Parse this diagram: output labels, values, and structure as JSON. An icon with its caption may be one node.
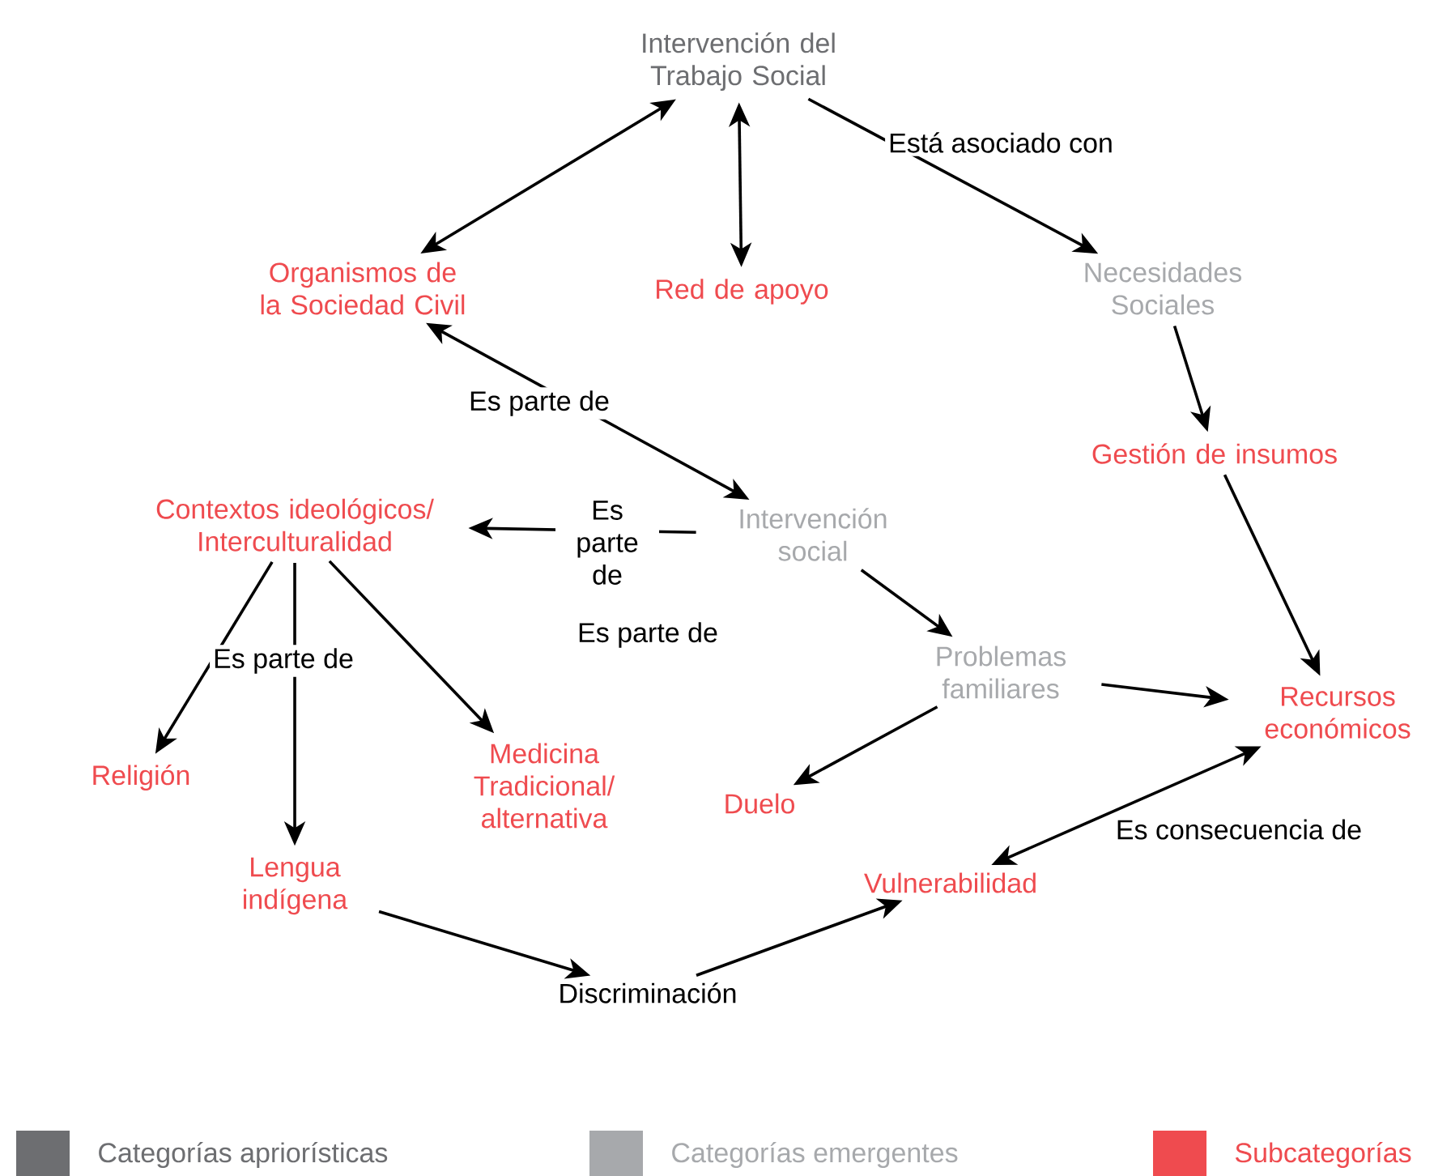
{
  "diagram": {
    "nodes": [
      {
        "text": [
          "Intervención del Trabajo Social"
        ]
      },
      {
        "text": [
          "Organismos de la Sociedad Civil"
        ]
      },
      {
        "text": [
          "Red de apoyo"
        ]
      },
      {
        "text": [
          "Necesidades Sociales"
        ]
      },
      {
        "text": [
          "Gestión de insumos"
        ]
      },
      {
        "text": [
          "Contextos ideológicos/ Interculturalidad"
        ]
      },
      {
        "text": [
          "Intervención social"
        ]
      },
      {
        "text": [
          "Problemas familiares"
        ]
      },
      {
        "text": [
          "Recursos económicos"
        ]
      },
      {
        "text": [
          "Religión"
        ]
      },
      {
        "text": [
          "Lengua indígena"
        ]
      },
      {
        "text": [
          "Medicina Tradicional/ alternativa"
        ]
      },
      {
        "text": [
          "Duelo"
        ]
      },
      {
        "text": [
          "Vulnerabilidad"
        ]
      },
      {
        "text": [
          "Discriminación"
        ]
      }
    ],
    "edges": [
      {
        "from": 0,
        "to": 1,
        "arrow": "both"
      },
      {
        "from": 0,
        "to": 2,
        "arrow": "both"
      },
      {
        "from": 0,
        "to": 3,
        "arrow": "to",
        "label": "Está asociado con"
      },
      {
        "from": 3,
        "to": 4,
        "arrow": "to"
      },
      {
        "from": 4,
        "to": 8,
        "arrow": "to"
      },
      {
        "from": 1,
        "to": 6,
        "arrow": "both",
        "label": "Es parte de"
      },
      {
        "from": 6,
        "to": 5,
        "arrow": "to",
        "label": "Es parte de"
      },
      {
        "from": 6,
        "to": 7,
        "arrow": "to"
      },
      {
        "from": 7,
        "to": 8,
        "arrow": "to"
      },
      {
        "from": 7,
        "to": 12,
        "arrow": "to"
      },
      {
        "from": 5,
        "to": 9,
        "arrow": "to"
      },
      {
        "from": 5,
        "to": 10,
        "arrow": "to",
        "label": "Es parte de"
      },
      {
        "from": 5,
        "to": 11,
        "arrow": "to"
      },
      {
        "from": 10,
        "to": 14,
        "arrow": "to"
      },
      {
        "from": 14,
        "to": 13,
        "arrow": "to"
      },
      {
        "from": 13,
        "to": 8,
        "arrow": "both",
        "label": "Es consecuencia de"
      }
    ],
    "labels": [
      "Es parte de"
    ],
    "legend": [
      {
        "text": "Categorías apriorísticas",
        "color": "#6d6e71"
      },
      {
        "text": "Categorías emergentes",
        "color": "#a7a9ac"
      },
      {
        "text": "Subcategorías",
        "color": "#ef4b4f"
      }
    ]
  }
}
